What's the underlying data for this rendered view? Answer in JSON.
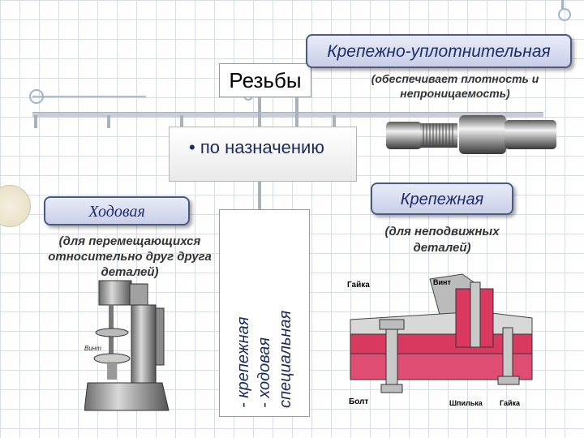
{
  "title": "Резьбы",
  "purpose": "• по назначению",
  "types": {
    "sealing": {
      "label": "Крепежно-уплотнительная",
      "description": "(обеспечивает плотность и непроницаемость)"
    },
    "moving": {
      "label": "Ходовая",
      "description": "(для перемещающихся относительно друг друга деталей)"
    },
    "fastening": {
      "label": "Крепежная",
      "description": "(для неподвижных деталей)"
    }
  },
  "list": [
    "- крепежная",
    "- ходовая",
    "специальная"
  ],
  "illustrations": {
    "press_label": "Винт",
    "fastening_labels": {
      "nut_top": "Гайка",
      "screw": "Винт",
      "bolt": "Болт",
      "stud": "Шпилька",
      "nut_bottom": "Гайка"
    }
  }
}
